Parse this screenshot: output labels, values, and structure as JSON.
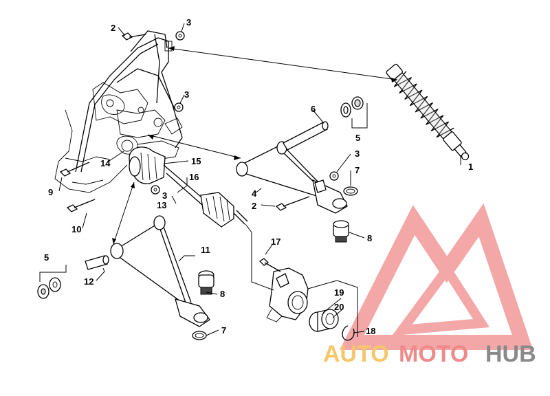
{
  "callouts": {
    "c1": "1",
    "c2a": "2",
    "c2b": "2",
    "c3a": "3",
    "c3b": "3",
    "c3c": "3",
    "c3d": "3",
    "c4": "4",
    "c5a": "5",
    "c5b": "5",
    "c6": "6",
    "c7a": "7",
    "c7b": "7",
    "c8a": "8",
    "c8b": "8",
    "c9": "9",
    "c10": "10",
    "c11": "11",
    "c12": "12",
    "c13": "13",
    "c14": "14",
    "c15": "15",
    "c16": "16",
    "c17": "17",
    "c18": "18",
    "c19": "19",
    "c20": "20"
  },
  "watermark": {
    "auto": "AUTO",
    "moto": "MOTO",
    "hub": "HUB",
    "colors": {
      "auto": "#f6c66a",
      "moto": "#f08a8a",
      "hub": "#8a8a8a",
      "logo": "#f08a8a"
    }
  }
}
